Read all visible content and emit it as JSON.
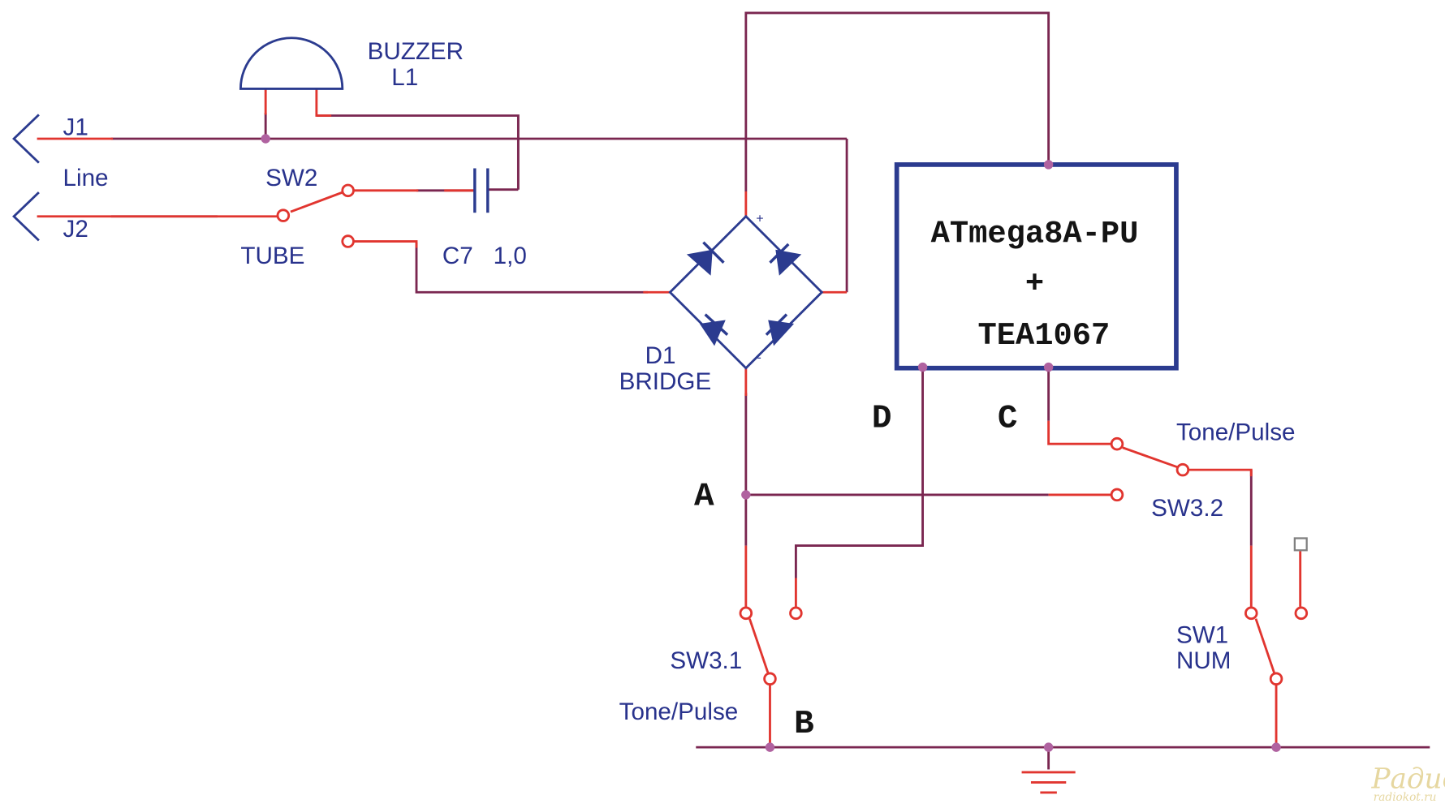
{
  "colors": {
    "wire": "#7a2650",
    "wire_red": "#e1352f",
    "component": "#2b3b8f",
    "junction": "#b062a0",
    "label": "#28328c",
    "text_bold": "#141414"
  },
  "labels": {
    "buzzer": "BUZZER",
    "buzzer_ref": "L1",
    "j1": "J1",
    "line": "Line",
    "j2": "J2",
    "sw2": "SW2",
    "tube": "TUBE",
    "c7": "C7",
    "c7_value": "1,0",
    "d1": "D1",
    "bridge": "BRIDGE",
    "bridge_plus": "+",
    "bridge_minus": "-",
    "chip_line1": "ATmega8A-PU",
    "chip_line2": "+",
    "chip_line3": "TEA1067",
    "node_a": "A",
    "node_b": "B",
    "node_c": "C",
    "node_d": "D",
    "tone_pulse_top": "Tone/Pulse",
    "sw3_2": "SW3.2",
    "sw3_1": "SW3.1",
    "tone_pulse_bottom": "Tone/Pulse",
    "sw1": "SW1",
    "num": "NUM"
  },
  "watermark": {
    "brand": "Радио КОТ",
    "site": "radiokot.ru"
  }
}
